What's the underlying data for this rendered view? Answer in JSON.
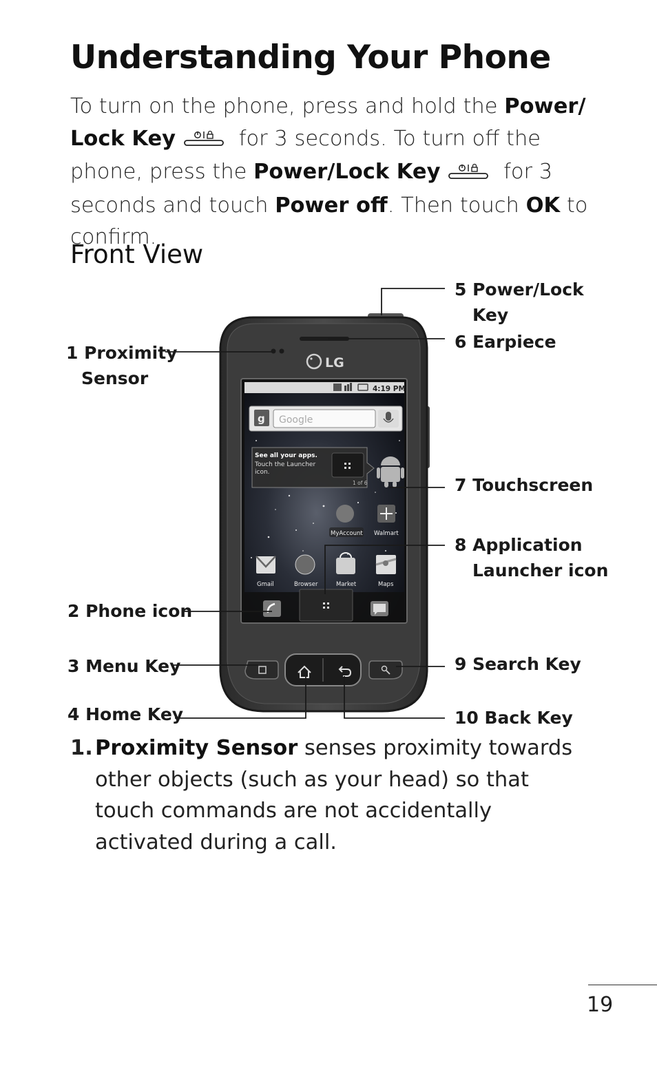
{
  "title": "Understanding Your Phone",
  "intro": {
    "p1": "To turn on the phone, press and hold the ",
    "b1": "Power/ Lock Key",
    "p2": " for 3 seconds. To turn off the phone, press the ",
    "b2": "Power/Lock Key",
    "p3": " for 3 seconds and touch ",
    "b3": "Power off",
    "p4": ". Then touch ",
    "b4": "OK",
    "p5": " to confirm."
  },
  "section_title": "Front View",
  "callouts": {
    "c1a": "1 Proximity",
    "c1b": "Sensor",
    "c2": "2 Phone icon",
    "c3": "3 Menu Key",
    "c4": "4 Home Key",
    "c5a": "5 Power/Lock",
    "c5b": "Key",
    "c6": "6 Earpiece",
    "c7": "7 Touchscreen",
    "c8a": "8 Application",
    "c8b": "Launcher icon",
    "c9": "9 Search Key",
    "c10": "10 Back Key"
  },
  "phone_screen": {
    "brand": "LG",
    "status_time": "4:19 PM",
    "search_placeholder": "Google",
    "tip_title": "See all your apps.",
    "tip_line1": "Touch the Launcher",
    "tip_line2": "icon.",
    "tip_page": "1 of 6",
    "apps": [
      "MyAccount",
      "Walmart",
      "Gmail",
      "Browser",
      "Market",
      "Maps"
    ]
  },
  "list": {
    "num": "1.",
    "term": "Proximity Sensor",
    "text": " senses proximity towards other objects (such as your head) so that touch commands are not accidentally activated during a call."
  },
  "page_number": "19",
  "colors": {
    "text": "#1a1a1a",
    "phone_body": "#3a3a3a",
    "screen_bg": "#161a22"
  },
  "icons": [
    "power-lock-key-icon",
    "search-icon",
    "mic-icon",
    "android-icon",
    "phone-icon",
    "messaging-icon",
    "home-icon",
    "back-icon",
    "menu-icon",
    "launcher-grid-icon"
  ]
}
